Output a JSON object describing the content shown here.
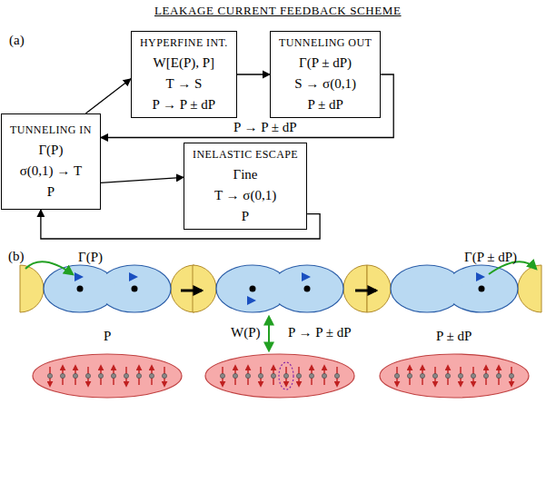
{
  "diagram": {
    "title": "LEAKAGE CURRENT FEEDBACK SCHEME",
    "nodes": [
      {
        "text": [
          "TUNNELING IN",
          "Γ(P)",
          "σ(0,1) → T",
          "P"
        ]
      },
      {
        "text": [
          "HYPERFINE INT.",
          "W[E(P), P]",
          "T → S",
          "P → P ± dP"
        ]
      },
      {
        "text": [
          "TUNNELING OUT",
          "Γ(P ± dP)",
          "S → σ(0,1)",
          "P ± dP"
        ]
      },
      {
        "text": [
          "INELASTIC ESCAPE",
          "Γine",
          "T → σ(0,1)",
          "P"
        ]
      }
    ],
    "edges": [
      {
        "from": 0,
        "to": 1,
        "arrow": "to"
      },
      {
        "from": 1,
        "to": 2,
        "arrow": "to"
      },
      {
        "from": 2,
        "to": 0,
        "label": "P → P ± dP",
        "arrow": "to"
      },
      {
        "from": 0,
        "to": 3,
        "arrow": "to"
      },
      {
        "from": 3,
        "to": 0,
        "arrow": "to"
      }
    ],
    "labels": [
      "(a)",
      "(b)",
      "Γ(P)",
      "P",
      "W(P)",
      "P → P ± dP",
      "P ± dP",
      "Γ(P ± dP)"
    ]
  }
}
